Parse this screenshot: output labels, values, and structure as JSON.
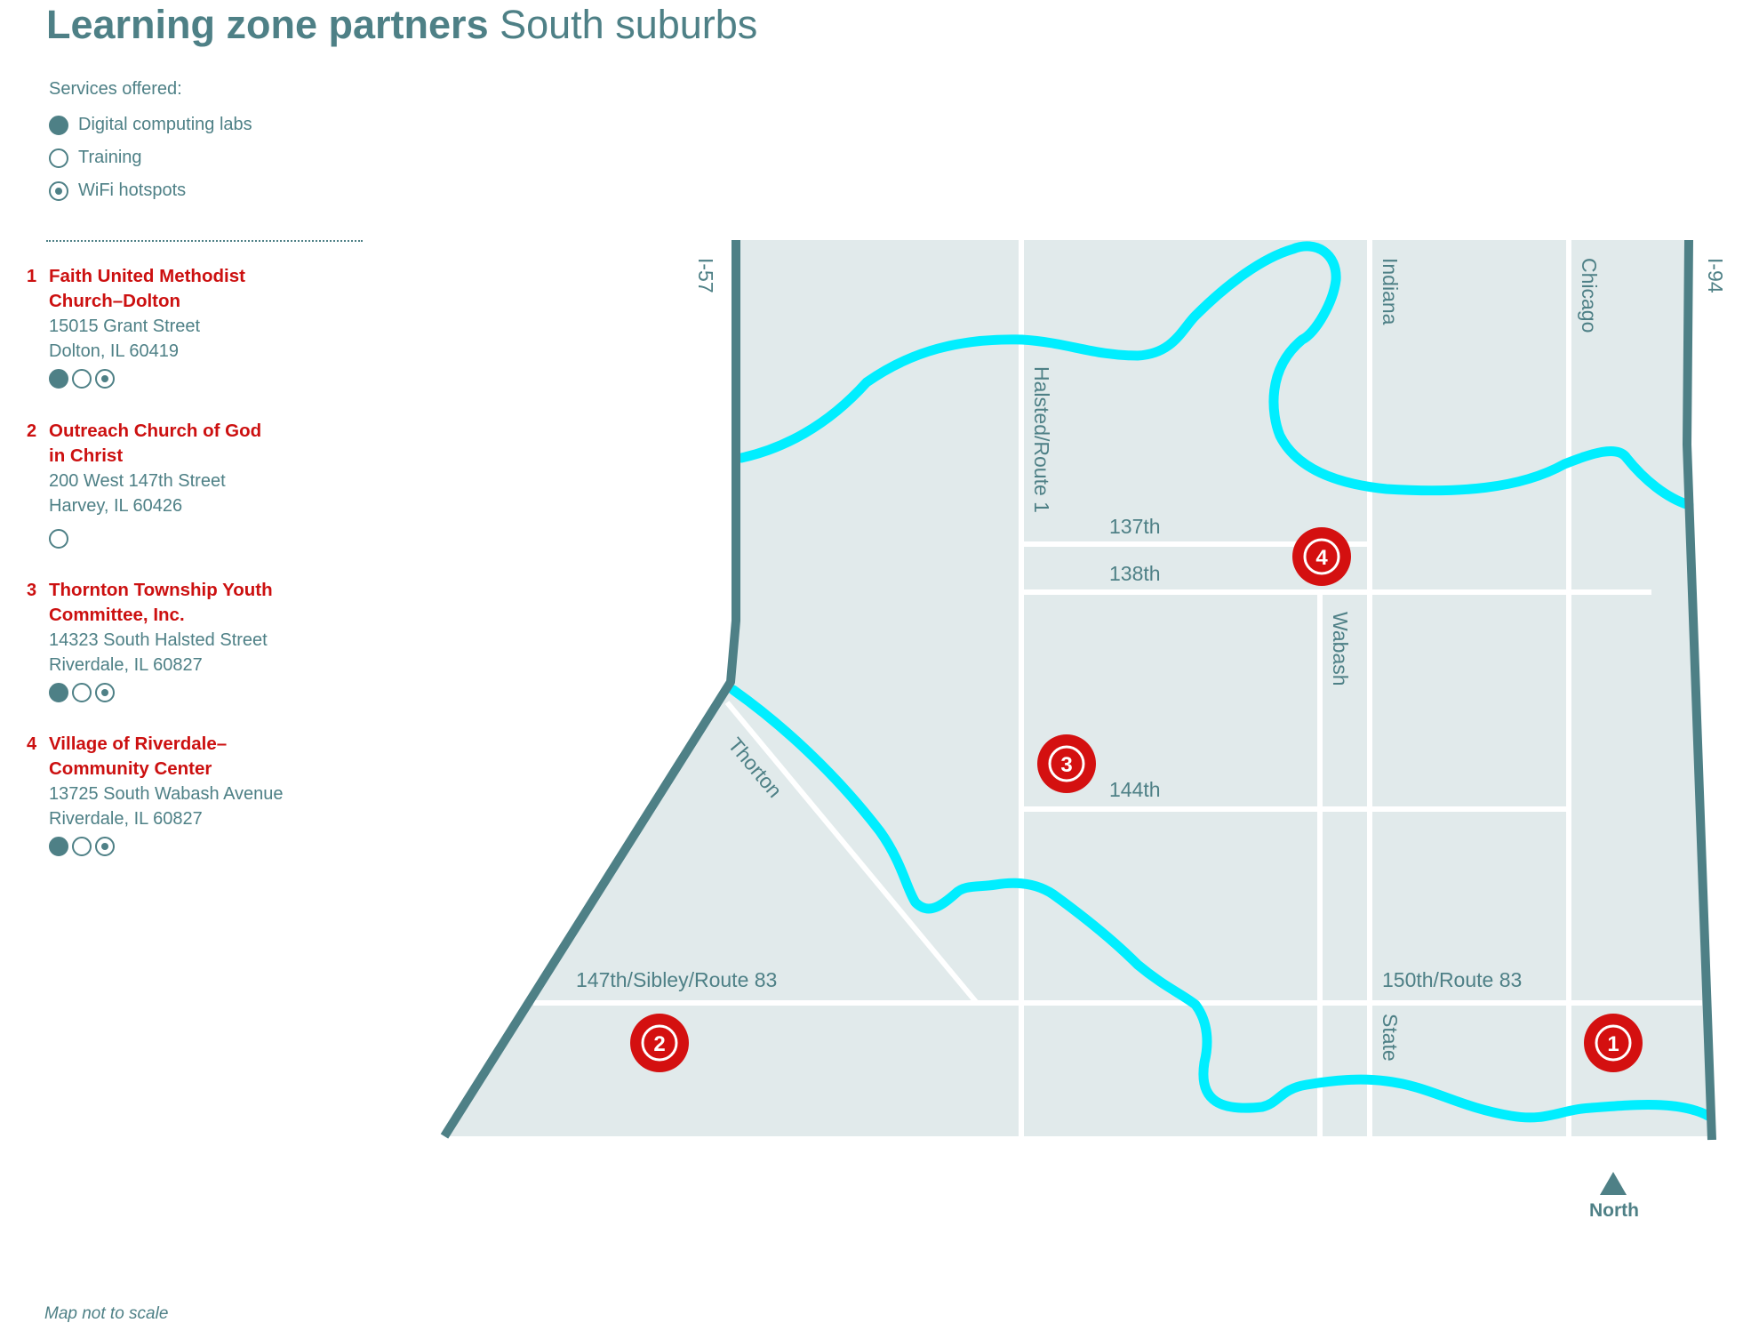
{
  "title": {
    "bold": "Learning zone partners",
    "sub": "South suburbs"
  },
  "services": {
    "header": "Services offered:",
    "items": [
      {
        "label": "Digital computing labs",
        "icon": "filled-circle-icon"
      },
      {
        "label": "Training",
        "icon": "open-circle-icon"
      },
      {
        "label": "WiFi hotspots",
        "icon": "dot-circle-icon"
      }
    ]
  },
  "locations": [
    {
      "number": "1",
      "name_line1": "Faith United Methodist",
      "name_line2": "Church–Dolton",
      "address_line1": "15015 Grant Street",
      "address_line2": "Dolton, IL 60419",
      "services": [
        "digital",
        "training",
        "wifi"
      ]
    },
    {
      "number": "2",
      "name_line1": "Outreach Church of God",
      "name_line2": "in Christ",
      "address_line1": "200 West 147th Street",
      "address_line2": "Harvey, IL 60426",
      "services": [
        "training"
      ]
    },
    {
      "number": "3",
      "name_line1": "Thornton Township Youth",
      "name_line2": "Committee, Inc.",
      "address_line1": "14323 South Halsted Street",
      "address_line2": "Riverdale, IL 60827",
      "services": [
        "digital",
        "training",
        "wifi"
      ]
    },
    {
      "number": "4",
      "name_line1": "Village of Riverdale–",
      "name_line2": "Community Center",
      "address_line1": "13725 South Wabash Avenue",
      "address_line2": "Riverdale, IL 60827",
      "services": [
        "digital",
        "training",
        "wifi"
      ]
    }
  ],
  "map": {
    "roads": {
      "i57": "I-57",
      "i94": "I-94",
      "halsted": "Halsted/Route 1",
      "indiana": "Indiana",
      "chicago": "Chicago",
      "wabash": "Wabash",
      "state": "State",
      "thorton": "Thorton",
      "r137": "137th",
      "r138": "138th",
      "r144": "144th",
      "sibley": "147th/Sibley/Route 83",
      "r150": "150th/Route 83"
    },
    "markers": [
      "1",
      "2",
      "3",
      "4"
    ],
    "colors": {
      "land": "#e1eaeb",
      "highway": "#4e8086",
      "river": "#00eeff",
      "road": "#ffffff",
      "marker": "#d41010",
      "label": "#4e8086"
    }
  },
  "north": {
    "label": "North"
  },
  "note": "Map not to scale"
}
